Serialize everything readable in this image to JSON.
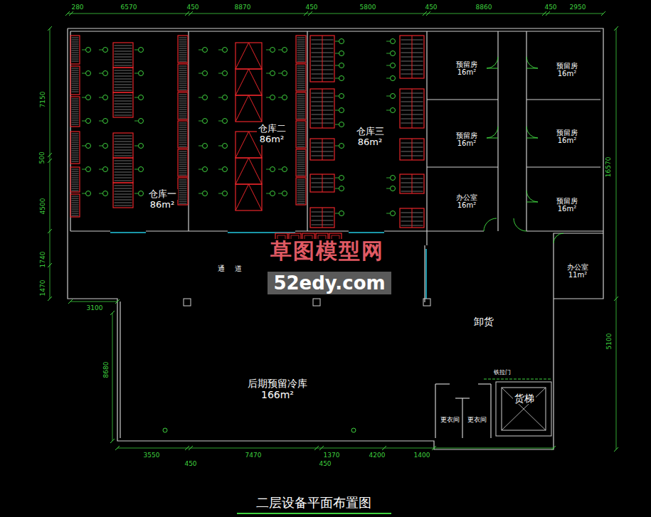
{
  "diagram": {
    "title": "二层设备平面布置图",
    "nodes": [
      {
        "text": [
          "仓库一",
          "86m²"
        ]
      },
      {
        "text": [
          "仓库二",
          "86m²"
        ]
      },
      {
        "text": [
          "仓库三",
          "86m²"
        ]
      },
      {
        "text": [
          "预留房",
          "16m²"
        ]
      },
      {
        "text": [
          "预留房",
          "16m²"
        ]
      },
      {
        "text": [
          "预留房",
          "16m²"
        ]
      },
      {
        "text": [
          "预留房",
          "16m²"
        ]
      },
      {
        "text": [
          "办公室",
          "16m²"
        ]
      },
      {
        "text": [
          "预留房",
          "16m²"
        ]
      },
      {
        "text": [
          "办公室",
          "11m²"
        ]
      },
      {
        "text": [
          "后期预留冷库",
          "166m²"
        ]
      },
      {
        "text": [
          "更衣间"
        ]
      },
      {
        "text": [
          "更衣间"
        ]
      },
      {
        "text": [
          "货梯"
        ]
      }
    ],
    "labels": [
      "草图模型网",
      "52edy.com",
      "通道",
      "卸货",
      "铁拉门",
      "280",
      "6570",
      "450",
      "8870",
      "450",
      "5800",
      "450",
      "8860",
      "450",
      "2950",
      "7150",
      "500",
      "4500",
      "1740",
      "1470",
      "16570",
      "5100",
      "3100",
      "8680",
      "3550",
      "450",
      "7470",
      "1370",
      "450",
      "4200",
      "1400"
    ]
  }
}
